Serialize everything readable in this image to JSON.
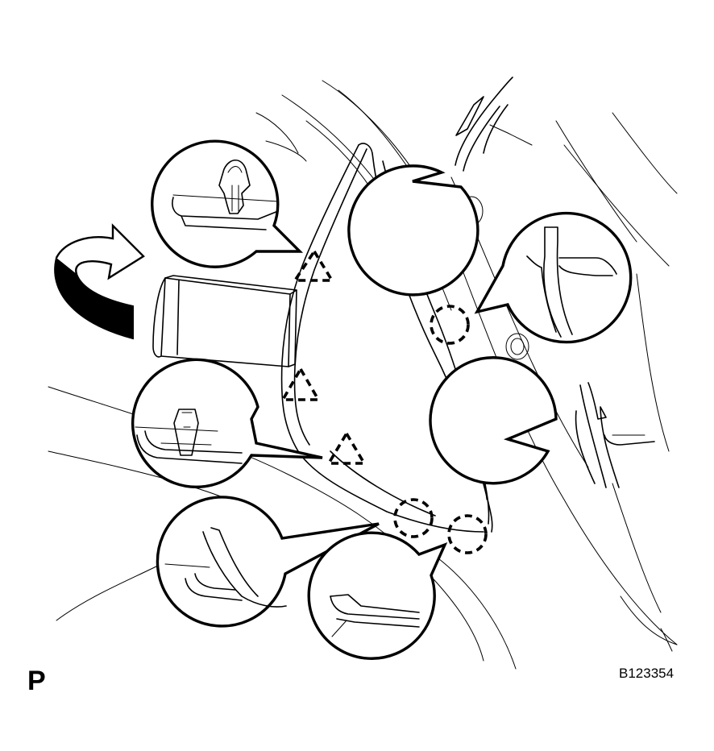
{
  "view_label": "P",
  "figure_id": "B123354",
  "symbols": {
    "clip_marker": "dashed-triangle",
    "claw_marker": "dashed-circle",
    "removal_direction": "curved-arrow"
  }
}
